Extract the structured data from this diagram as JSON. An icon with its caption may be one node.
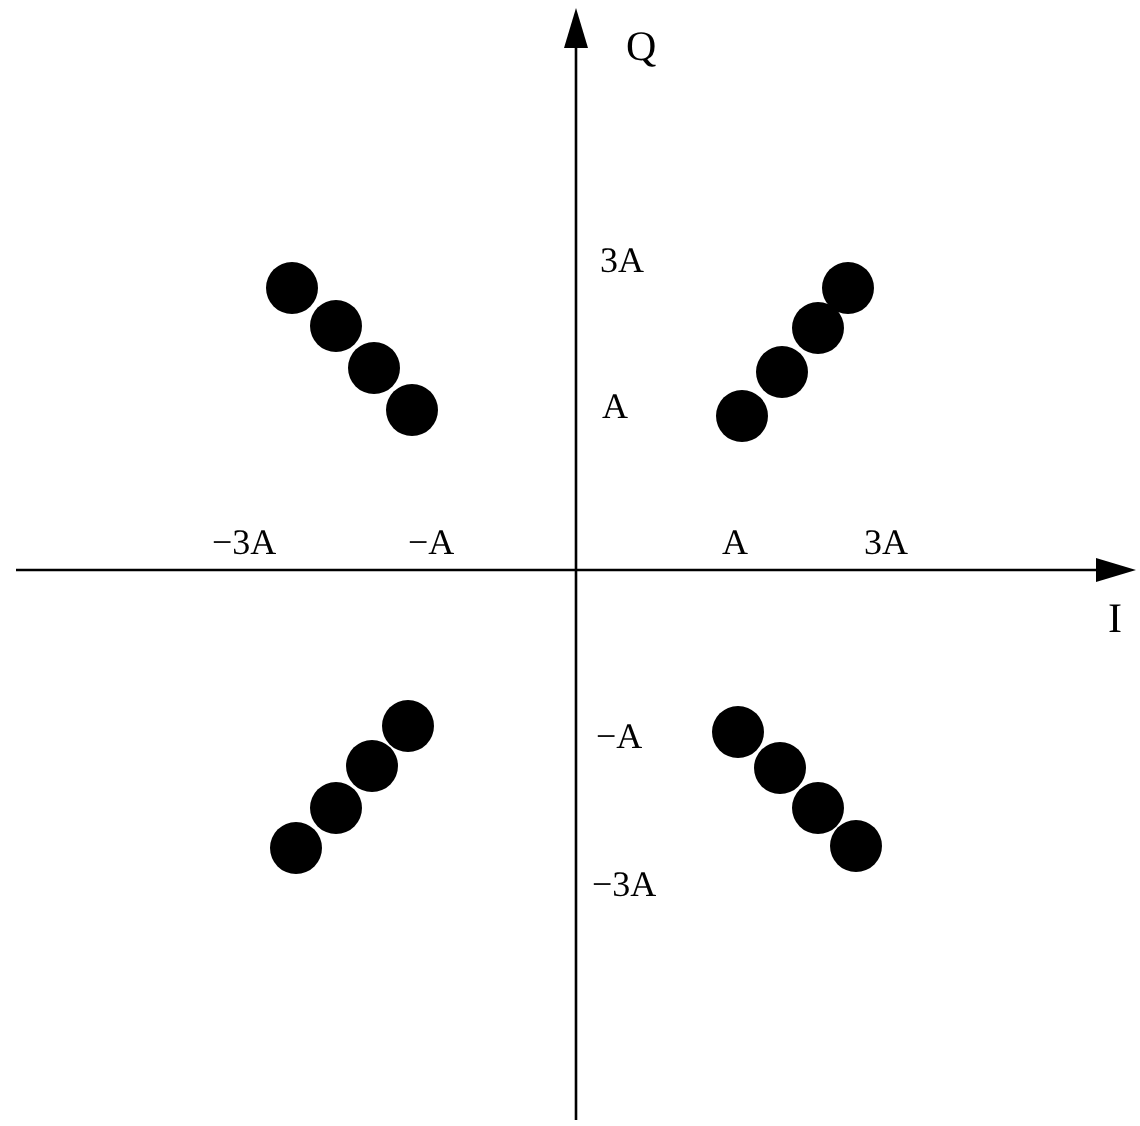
{
  "diagram": {
    "labels": [
      "Q",
      "3A",
      "A",
      "−3A",
      "−A",
      "A",
      "3A",
      "I",
      "−A",
      "−3A"
    ]
  }
}
